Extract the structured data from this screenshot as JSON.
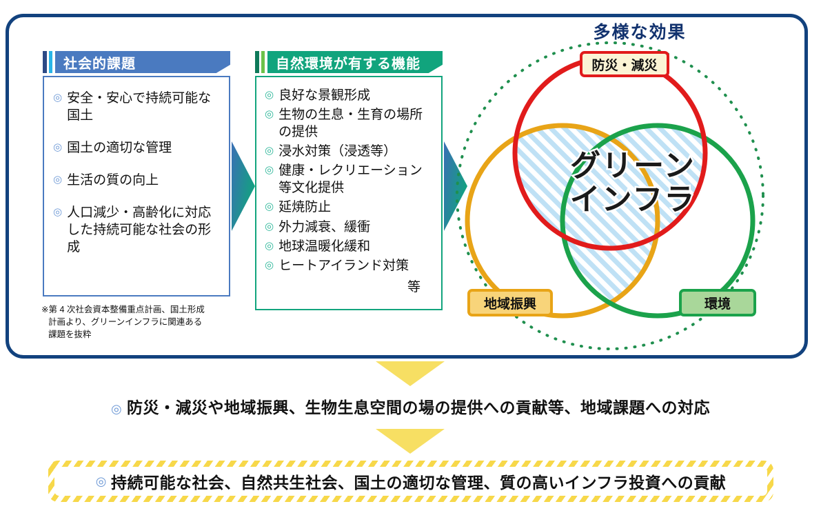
{
  "panel": {
    "social": {
      "header": "社会的課題",
      "items": [
        "安全・安心で持続可能な国土",
        "国土の適切な管理",
        "生活の質の向上",
        "人口減少・高齢化に対応した持続可能な社会の形成"
      ],
      "footnote_line1": "※第 4 次社会資本整備重点計画、国土形成",
      "footnote_line2": "計画より、グリーンインフラに関連ある",
      "footnote_line3": "課題を抜粋"
    },
    "nature": {
      "header": "自然環境が有する機能",
      "items": [
        "良好な景観形成",
        "生物の生息・生育の場所の提供",
        "浸水対策（浸透等）",
        "健康・レクリエーション等文化提供",
        "延焼防止",
        "外力減衰、緩衝",
        "地球温暖化緩和",
        "ヒートアイランド対策"
      ],
      "tail": "等"
    }
  },
  "venn": {
    "title": "多様な効果",
    "center_line1": "グリーン",
    "center_line2": "インフラ",
    "labels": {
      "top": "防災・減災",
      "left": "地域振興",
      "right": "環境"
    },
    "colors": {
      "top_circle": "#e11b1b",
      "left_circle": "#e8a417",
      "right_circle": "#1ba24b",
      "outer_dotted": "#1f8f4e",
      "hatch": "#bfe1f5",
      "top_label_fill": "#fbf4d5",
      "left_label_fill": "#f8d47a",
      "right_label_fill": "#a9d79a",
      "title_color": "#12326e"
    }
  },
  "conclusions": {
    "middle_marker": "◎",
    "middle": "防災・減災や地域振興、生物生息空間の場の提供への貢献等、地域課題への対応",
    "bottom_marker": "◎",
    "bottom": "持続可能な社会、自然共生社会、国土の適切な管理、質の高いインフラ投資への貢献"
  },
  "markers": {
    "bullet": "◎"
  },
  "theme": {
    "panel_border": "#12427e",
    "social_accent": "#4a7ac0",
    "nature_accent": "#11a47d",
    "arrow_start": "#3a6fb5",
    "arrow_end": "#11a47d",
    "bottom_stripe": "#f7d84a"
  }
}
